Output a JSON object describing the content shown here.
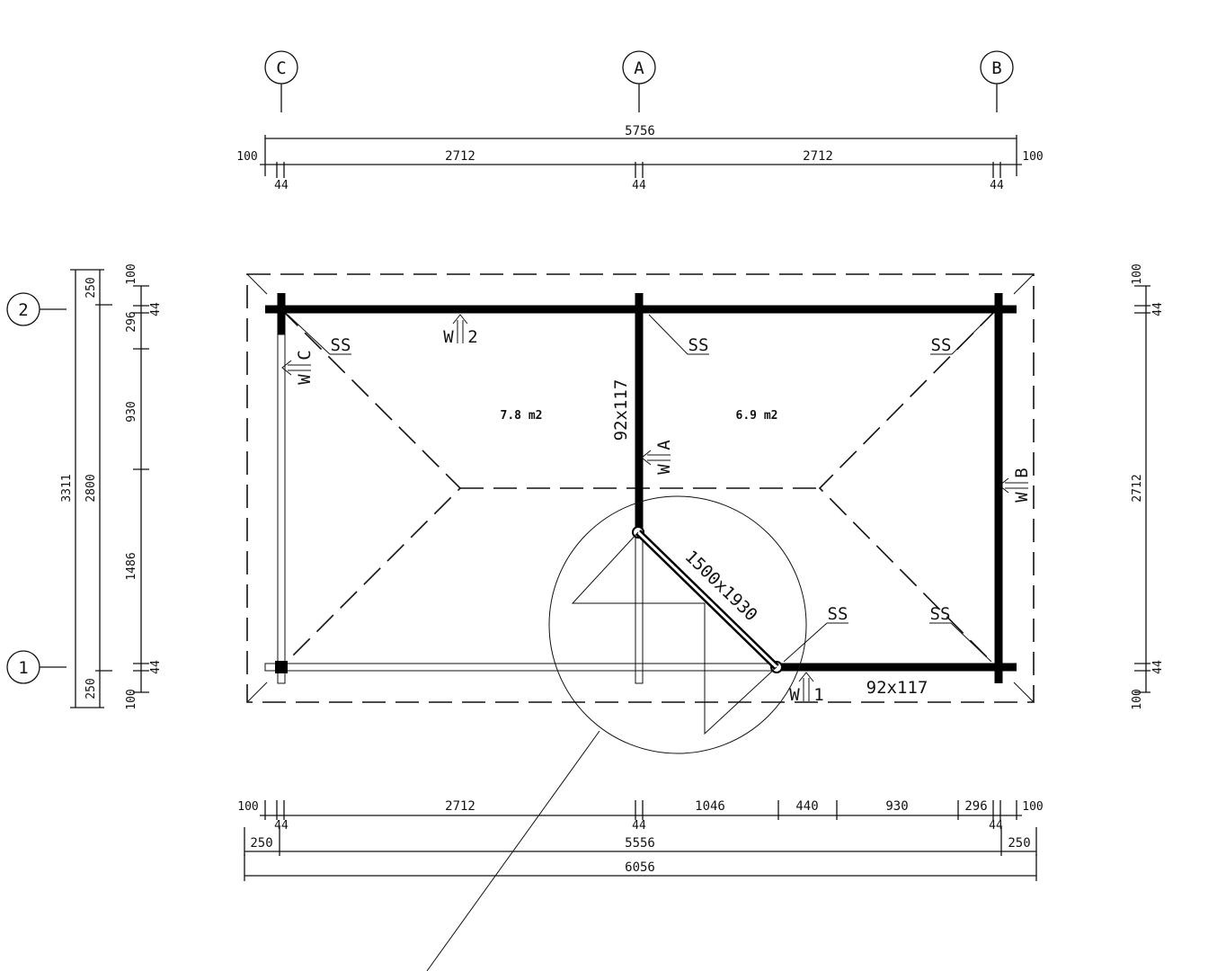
{
  "grid": {
    "c": "C",
    "a": "A",
    "b": "B",
    "one": "1",
    "two": "2"
  },
  "dims": {
    "top_overall": "5756",
    "top_left_edge": "100",
    "top_right_edge": "100",
    "top_span_left": "2712",
    "top_span_right": "2712",
    "top_post_left": "44",
    "top_post_mid": "44",
    "top_post_right": "44",
    "bot_edge_left": "100",
    "bot_span_left": "2712",
    "bot_span_mid": "1046",
    "bot_door": "440",
    "bot_span_930": "930",
    "bot_span_296": "296",
    "bot_edge_right": "100",
    "bot_post_left": "44",
    "bot_post_mid": "44",
    "bot_post_right": "44",
    "bot_overhang_left": "250",
    "bot_inner": "5556",
    "bot_overhang_right": "250",
    "bot_overall": "6056",
    "left_overall": "3311",
    "left_inner": "2800",
    "left_overhang_top": "250",
    "left_overhang_bottom": "250",
    "left_edge_top": "100",
    "left_edge_bottom": "100",
    "left_296": "296",
    "left_930": "930",
    "left_1486": "1486",
    "left_post_top": "44",
    "left_post_bottom": "44",
    "right_span": "2712",
    "right_edge_top": "100",
    "right_edge_bottom": "100",
    "right_post_top": "44",
    "right_post_bottom": "44"
  },
  "labels": {
    "ss": "SS",
    "room_left_area": "7.8 m2",
    "room_right_area": "6.9 m2",
    "beam_mid": "92x117",
    "beam_bottom": "92x117",
    "door_size": "1500x1930",
    "w2": "W",
    "w2_num": "2",
    "wc": "W",
    "wc_letter": "C",
    "wa": "W",
    "wa_letter": "A",
    "wb": "W",
    "wb_letter": "B",
    "w1": "W",
    "w1_num": "1"
  }
}
